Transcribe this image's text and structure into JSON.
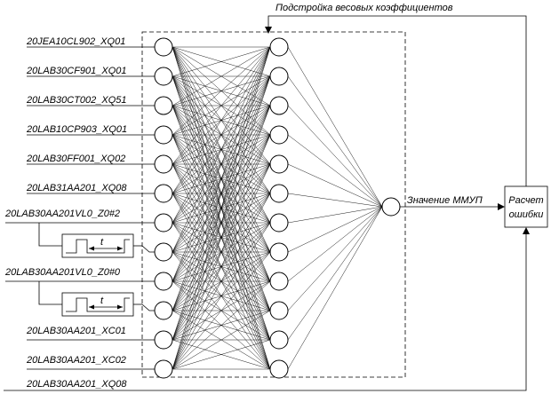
{
  "diagram": {
    "feedback_label": "Подстройка весовых коэффициентов",
    "output_label": "Значение ММУП",
    "error_box": {
      "line1": "Расчет",
      "line2": "ошибки"
    },
    "timer_label": "t",
    "inputs": [
      "20JEA10CL902_XQ01",
      "20LAB30CF901_XQ01",
      "20LAB30CT002_XQ51",
      "20LAB10CP903_XQ01",
      "20LAB30FF001_XQ02",
      "20LAB31AA201_XQ08",
      "20LAB30AA201VL0_Z0#2",
      "20LAB30AA201VL0_Z0#0",
      "20LAB30AA201_XC01",
      "20LAB30AA201_XC02"
    ],
    "target_label": "20LAB30AA201_XQ08"
  }
}
